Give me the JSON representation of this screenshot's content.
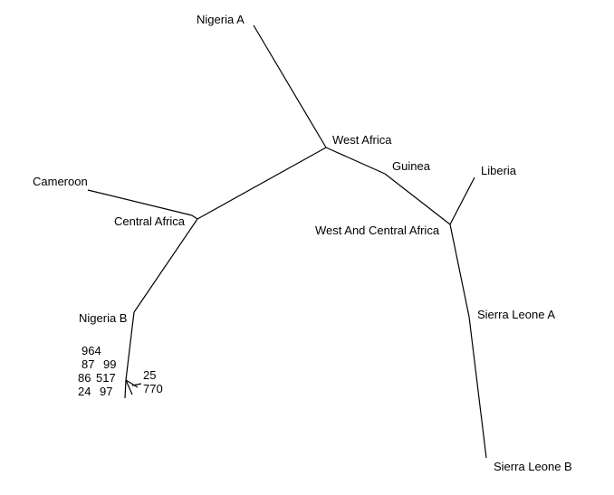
{
  "tree": {
    "leaves": {
      "nigeria_a": "Nigeria A",
      "cameroon": "Cameroon",
      "liberia": "Liberia",
      "sierra_leone_a": "Sierra Leone A",
      "sierra_leone_b": "Sierra Leone B",
      "nigeria_b": "Nigeria B"
    },
    "nodes": {
      "west_africa": "West Africa",
      "guinea": "Guinea",
      "central_africa": "Central Africa",
      "west_and_central_africa": "West And Central Africa"
    },
    "cluster_labels": [
      "964",
      "87",
      "99",
      "86",
      "517",
      "24",
      "97",
      "25",
      "770"
    ]
  }
}
